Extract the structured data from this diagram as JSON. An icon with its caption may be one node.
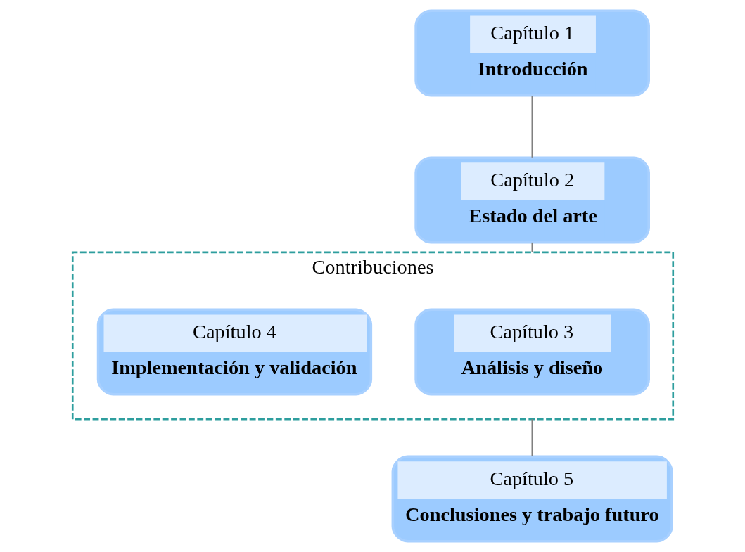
{
  "diagram": {
    "nodes": [
      {
        "text": [
          "Capítulo 1",
          "Introducción"
        ]
      },
      {
        "text": [
          "Capítulo 2",
          "Estado del arte"
        ]
      },
      {
        "text": [
          "Contribuciones"
        ]
      },
      {
        "text": [
          "Capítulo 3",
          "Análisis y diseño"
        ],
        "in": 2
      },
      {
        "text": [
          "Capítulo 4",
          "Implementación y validación"
        ],
        "in": 2
      },
      {
        "text": [
          "Capítulo 5",
          "Conclusiones y trabajo futuro"
        ]
      }
    ],
    "edges": [
      {
        "from": 0,
        "to": 1,
        "arrow": "none"
      },
      {
        "from": 1,
        "to": 2,
        "arrow": "none"
      },
      {
        "from": 2,
        "to": 5,
        "arrow": "none"
      }
    ]
  }
}
